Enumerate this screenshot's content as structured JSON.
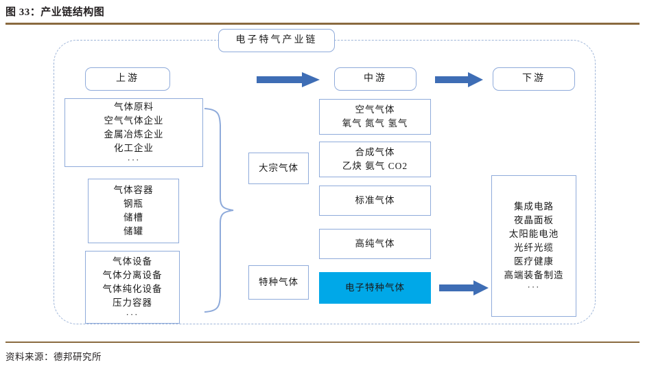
{
  "figure": {
    "title": "图 33：产业链结构图",
    "source_note": "资料来源：德邦研究所",
    "container_label": "电子特气产业链"
  },
  "colors": {
    "accent_cyan": "#00a8e8",
    "arrow_blue": "#3e6db5",
    "box_border": "#8eaada",
    "rule_brown": "#8a6a3f",
    "dashed_border": "#9db4d8"
  },
  "stages": {
    "upstream_label": "上游",
    "midstream_label": "中游",
    "downstream_label": "下游"
  },
  "upstream": {
    "boxes": [
      {
        "name": "raw-materials",
        "lines": [
          "气体原料",
          "空气气体企业",
          "金属冶炼企业",
          "化工企业"
        ],
        "ellipsis": "···"
      },
      {
        "name": "gas-containers",
        "lines": [
          "气体容器",
          "钢瓶",
          "储槽",
          "储罐"
        ],
        "ellipsis": ""
      },
      {
        "name": "gas-equipment",
        "lines": [
          "气体设备",
          "气体分离设备",
          "气体纯化设备",
          "压力容器"
        ],
        "ellipsis": "···"
      }
    ]
  },
  "categories": {
    "bulk_gas": "大宗气体",
    "specialty_gas": "特种气体"
  },
  "midstream": {
    "boxes": [
      {
        "name": "air-gas",
        "lines": [
          "空气气体",
          "氧气 氮气 氢气"
        ],
        "highlight": false
      },
      {
        "name": "synthetic-gas",
        "lines": [
          "合成气体",
          "乙炔 氨气 CO2"
        ],
        "highlight": false
      },
      {
        "name": "standard-gas",
        "lines": [
          "标准气体"
        ],
        "highlight": false
      },
      {
        "name": "high-purity-gas",
        "lines": [
          "高纯气体"
        ],
        "highlight": false
      },
      {
        "name": "electronic-specialty-gas",
        "lines": [
          "电子特种气体"
        ],
        "highlight": true
      }
    ]
  },
  "downstream": {
    "box": {
      "name": "applications",
      "lines": [
        "集成电路",
        "夜晶面板",
        "太阳能电池",
        "光纤光缆",
        "医疗健康",
        "高端装备制造"
      ],
      "ellipsis": "···"
    }
  },
  "icons": {
    "arrow_up_to_mid": "right-arrow-icon",
    "arrow_mid_to_down": "right-arrow-icon",
    "arrow_esg_to_down": "right-arrow-icon",
    "brace": "curly-brace-icon"
  }
}
